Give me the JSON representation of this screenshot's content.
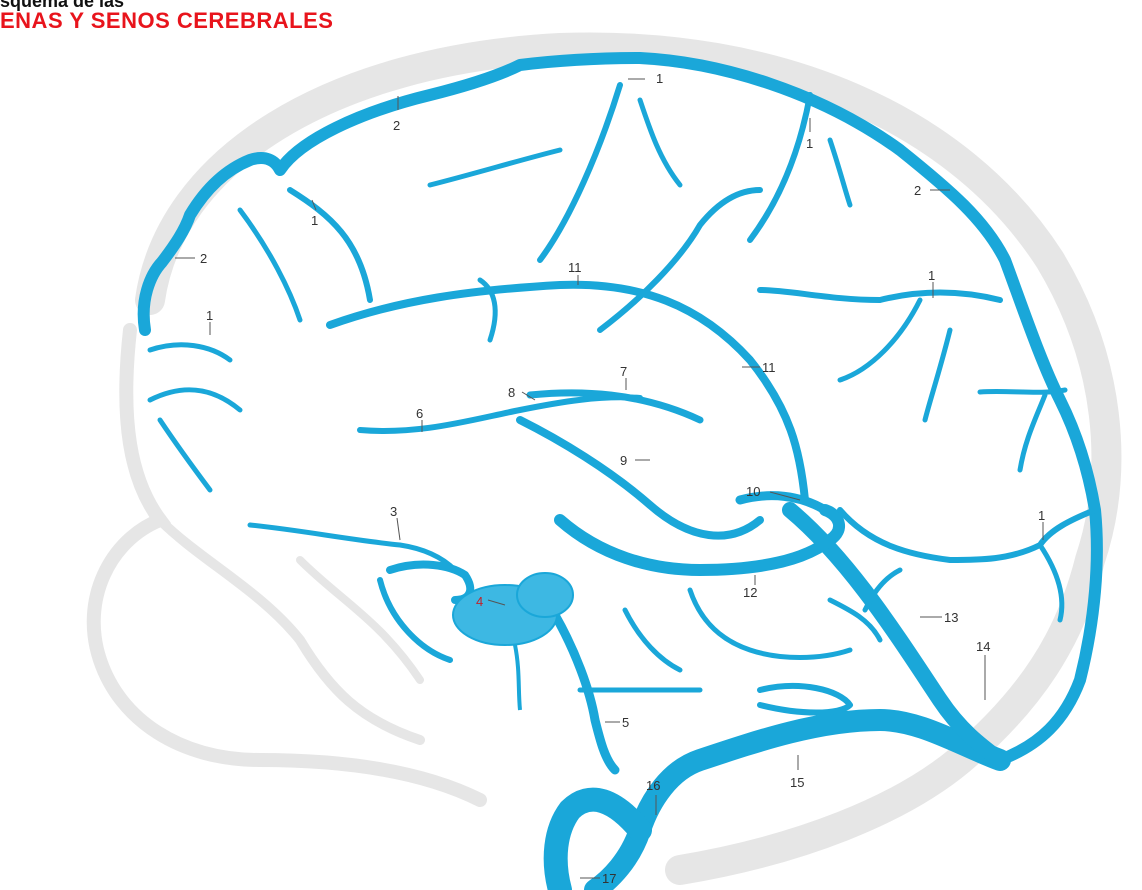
{
  "title": {
    "line1": "squema de las",
    "line2": "ENAS Y SENOS CEREBRALES",
    "line2_color": "#e8141c"
  },
  "colors": {
    "vein": "#1aa7d9",
    "vein_light": "#3db8e3",
    "skull_outline": "#e6e6e6",
    "background": "#ffffff"
  },
  "labels": [
    "1",
    "1",
    "1",
    "1",
    "1",
    "1",
    "1",
    "2",
    "2",
    "2",
    "3",
    "4",
    "5",
    "6",
    "7",
    "8",
    "9",
    "10",
    "11",
    "11",
    "12",
    "13",
    "14",
    "15",
    "16",
    "17"
  ]
}
